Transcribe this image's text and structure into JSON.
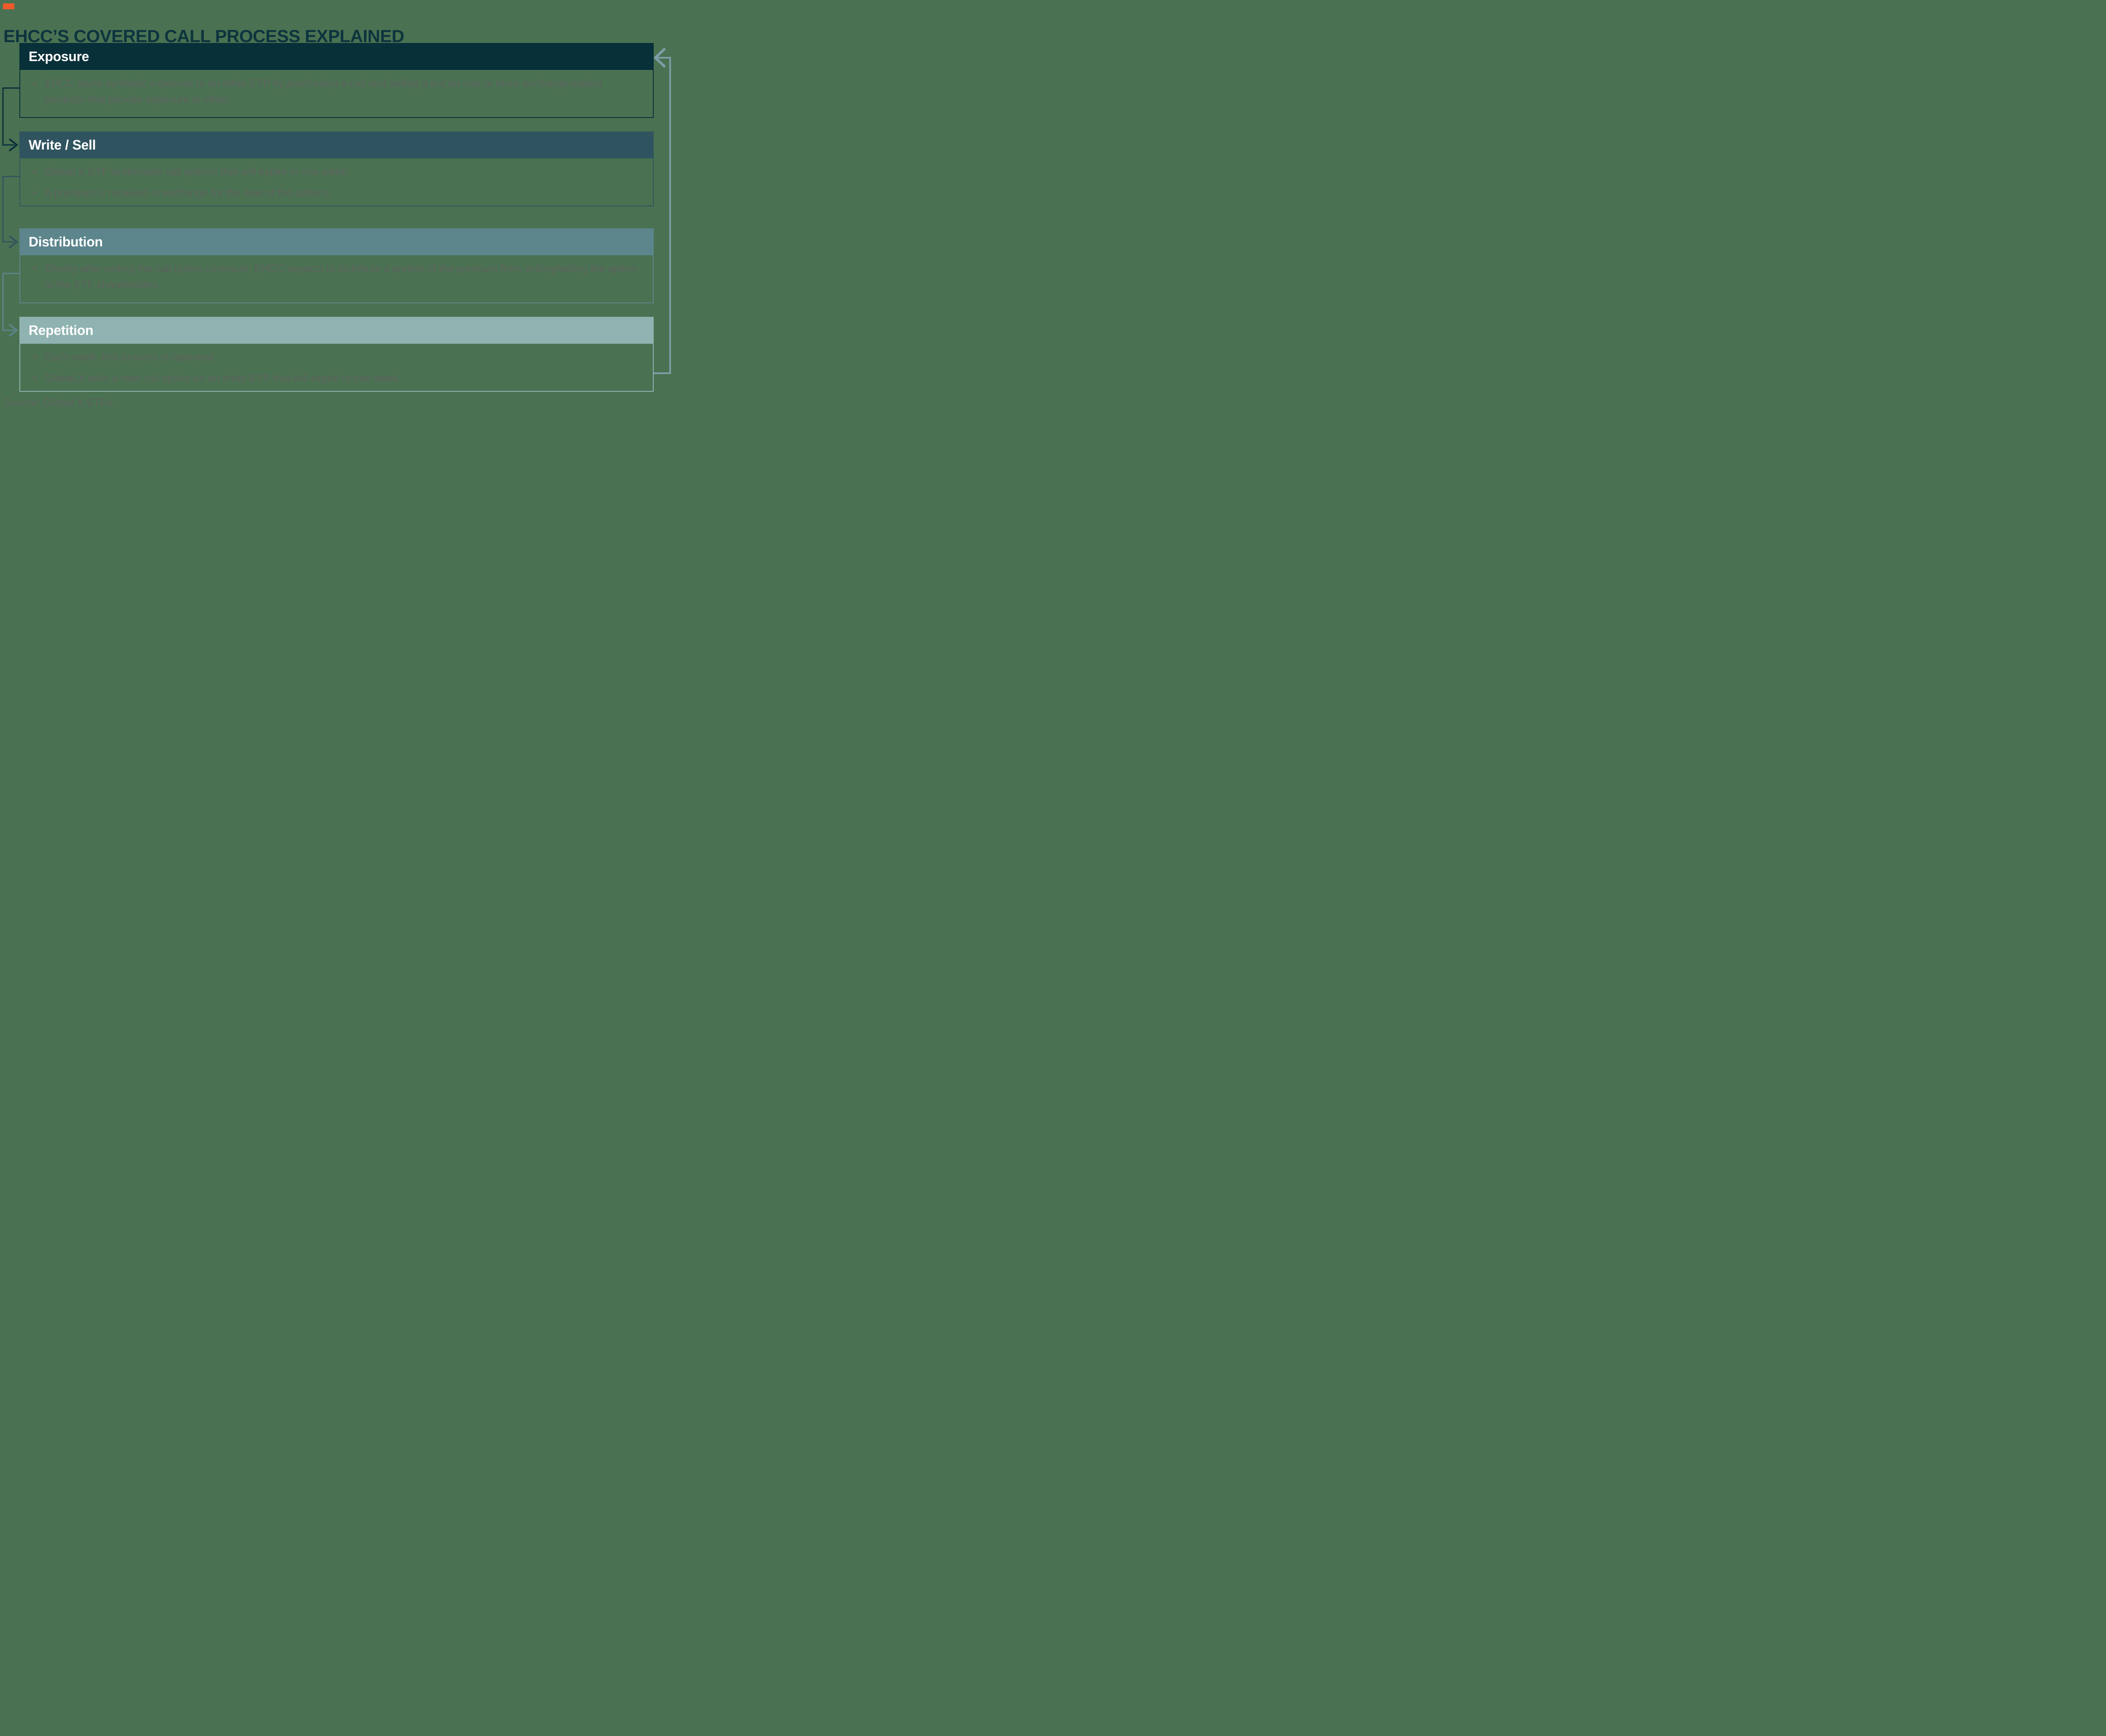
{
  "title": "EHCC’S COVERED CALL PROCESS EXPLAINED",
  "bullet_char": "•",
  "source": "Source: Global X ETFs.",
  "colors": {
    "background": "#4A7252",
    "accent_orange": "#F05A28",
    "title": "#0D343E",
    "body_text": "#5C615D",
    "header_text": "#FFFFFF",
    "loop_arrow": "#7D9EA8"
  },
  "steps": [
    {
      "label": "Exposure",
      "color": "#073039",
      "bullets": [
        "EHCC gains synthetic exposure to an ether ETP by purchasing a call and selling a put on one or more exchange-traded products that provide exposure to ether."
      ]
    },
    {
      "label": "Write / Sell",
      "color": "#30545F",
      "bullets": [
        "Global X ETF writes/sells call options that will expire in one week.",
        "A premium is received in exchange for the sale of the options."
      ]
    },
    {
      "label": "Distribution",
      "color": "#5D858C",
      "bullets": [
        "Shortly after writing the call option contracts, EHCC expects to distribute a portion of the premium from writing/selling the option to the ETF shareholders."
      ]
    },
    {
      "label": "Repetition",
      "color": "#8FB3B0",
      "bullets": [
        "Each week, this process is repeated.",
        "Global X sells a new call option on an ether ETP that will expire in one week."
      ]
    }
  ]
}
